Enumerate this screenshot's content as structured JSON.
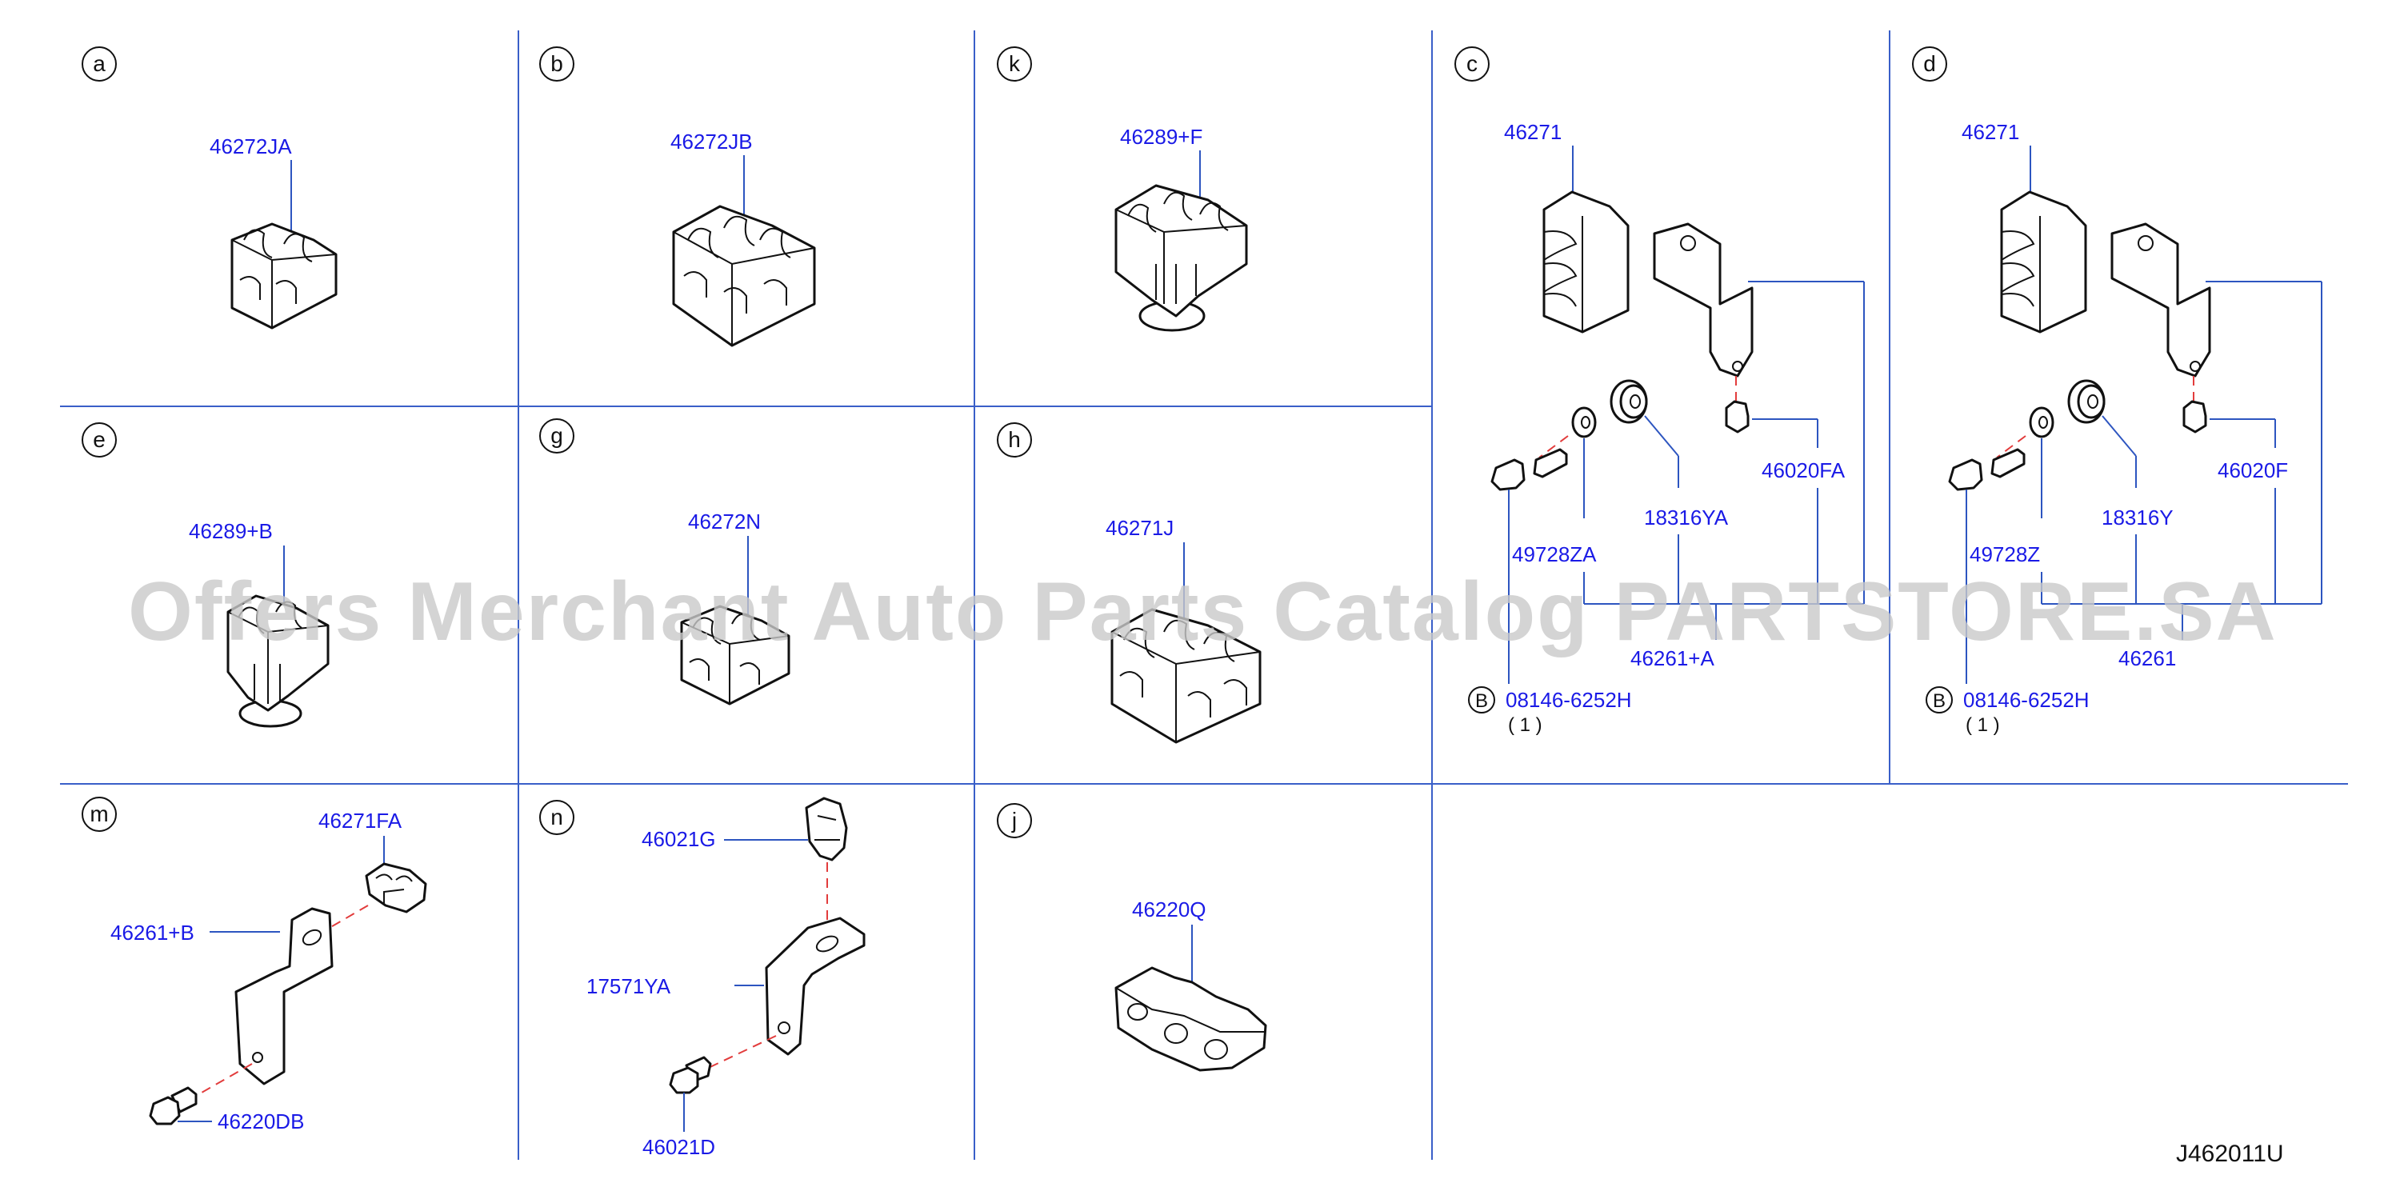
{
  "watermark": "Offers Merchant Auto Parts Catalog PARTSTORE.SA",
  "diagram_code": "J462011U",
  "sections": {
    "a": {
      "letter": "a",
      "parts": [
        "46272JA"
      ]
    },
    "b": {
      "letter": "b",
      "parts": [
        "46272JB"
      ]
    },
    "k": {
      "letter": "k",
      "parts": [
        "46289+F"
      ]
    },
    "c": {
      "letter": "c",
      "parts": [
        "46271",
        "46020FA",
        "18316YA",
        "49728ZA",
        "46261+A",
        "08146-6252H"
      ],
      "bolt_marker": "B",
      "qty": "( 1 )"
    },
    "d": {
      "letter": "d",
      "parts": [
        "46271",
        "46020F",
        "18316Y",
        "49728Z",
        "46261",
        "08146-6252H"
      ],
      "bolt_marker": "B",
      "qty": "( 1 )"
    },
    "e": {
      "letter": "e",
      "parts": [
        "46289+B"
      ]
    },
    "g": {
      "letter": "g",
      "parts": [
        "46272N"
      ]
    },
    "h": {
      "letter": "h",
      "parts": [
        "46271J"
      ]
    },
    "m": {
      "letter": "m",
      "parts": [
        "46271FA",
        "46261+B",
        "46220DB"
      ]
    },
    "n": {
      "letter": "n",
      "parts": [
        "46021G",
        "17571YA",
        "46021D"
      ]
    },
    "j": {
      "letter": "j",
      "parts": [
        "46220Q"
      ]
    }
  },
  "colors": {
    "part_number": "#1a1ae6",
    "grid": "#3a5fc8",
    "leader": "#2d55c0",
    "dashed_link": "#e23c3c",
    "watermark": "#c9c9c9"
  }
}
